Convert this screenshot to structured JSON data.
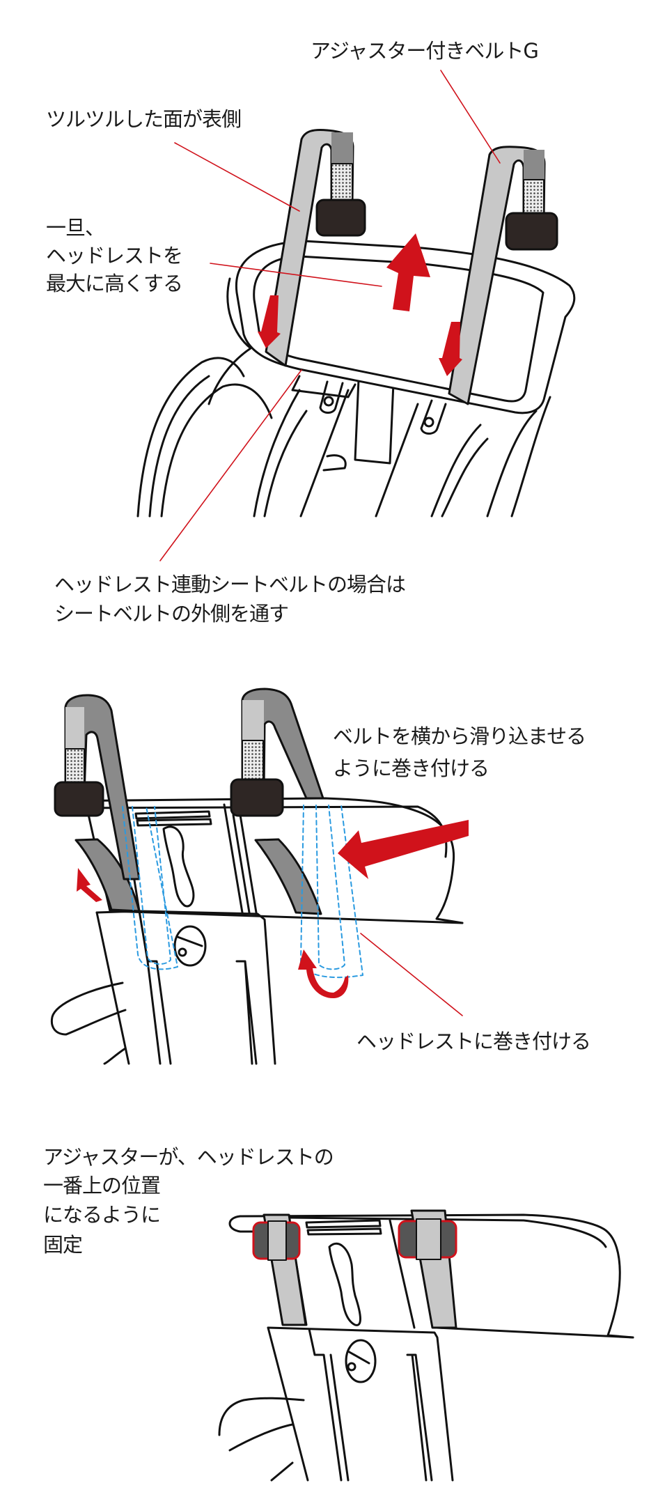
{
  "colors": {
    "accent_red": "#d0121b",
    "strap_light": "#c8c8c8",
    "strap_dark": "#8a8a8a",
    "buckle": "#2e2624",
    "dashed_blue": "#2a9ae0"
  },
  "step1": {
    "adjuster_belt_label": "アジャスター付きベルトG",
    "smooth_side_label": "ツルツルした面が表側",
    "raise_headrest_lines": [
      "一旦、",
      "ヘッドレストを",
      "最大に高くする"
    ],
    "linked_belt_lines": [
      "ヘッドレスト連動シートベルトの場合は",
      "シートベルトの外側を通す"
    ]
  },
  "step2": {
    "slide_in_lines": [
      "ベルトを横から滑り込ませる",
      "ように巻き付ける"
    ],
    "wrap_label": "ヘッドレストに巻き付ける"
  },
  "step3": {
    "fix_lines": [
      "アジャスターが、ヘッドレストの",
      "一番上の位置",
      "になるように",
      "固定"
    ]
  }
}
